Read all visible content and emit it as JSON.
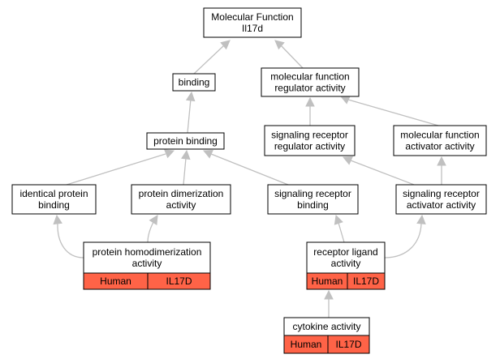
{
  "colors": {
    "edge": "#c0c0c0",
    "node_fill": "#ffffff",
    "node_stroke": "#000000",
    "annotation_fill": "#ff6347"
  },
  "nodes": [
    {
      "id": "molecular-function",
      "lines": [
        "Molecular Function",
        "Il17d"
      ]
    },
    {
      "id": "binding",
      "lines": [
        "binding"
      ]
    },
    {
      "id": "molecular-function-regulator-activity",
      "lines": [
        "molecular function",
        "regulator activity"
      ]
    },
    {
      "id": "protein-binding",
      "lines": [
        "protein binding"
      ]
    },
    {
      "id": "signaling-receptor-regulator-activity",
      "lines": [
        "signaling receptor",
        "regulator activity"
      ]
    },
    {
      "id": "molecular-function-activator-activity",
      "lines": [
        "molecular function",
        "activator activity"
      ]
    },
    {
      "id": "identical-protein-binding",
      "lines": [
        "identical protein",
        "binding"
      ]
    },
    {
      "id": "protein-dimerization-activity",
      "lines": [
        "protein dimerization",
        "activity"
      ]
    },
    {
      "id": "signaling-receptor-binding",
      "lines": [
        "signaling receptor",
        "binding"
      ]
    },
    {
      "id": "signaling-receptor-activator-activity",
      "lines": [
        "signaling receptor",
        "activator activity"
      ]
    },
    {
      "id": "protein-homodimerization-activity",
      "lines": [
        "protein homodimerization",
        "activity"
      ],
      "annotation": [
        "Human",
        "IL17D"
      ]
    },
    {
      "id": "receptor-ligand-activity",
      "lines": [
        "receptor ligand",
        "activity"
      ],
      "annotation": [
        "Human",
        "IL17D"
      ]
    },
    {
      "id": "cytokine-activity",
      "lines": [
        "cytokine activity"
      ],
      "annotation": [
        "Human",
        "IL17D"
      ]
    }
  ],
  "edges": [
    {
      "from": "binding",
      "to": "molecular-function"
    },
    {
      "from": "molecular-function-regulator-activity",
      "to": "molecular-function"
    },
    {
      "from": "protein-binding",
      "to": "binding"
    },
    {
      "from": "signaling-receptor-regulator-activity",
      "to": "molecular-function-regulator-activity"
    },
    {
      "from": "molecular-function-activator-activity",
      "to": "molecular-function-regulator-activity"
    },
    {
      "from": "identical-protein-binding",
      "to": "protein-binding"
    },
    {
      "from": "protein-dimerization-activity",
      "to": "protein-binding"
    },
    {
      "from": "signaling-receptor-binding",
      "to": "protein-binding"
    },
    {
      "from": "signaling-receptor-activator-activity",
      "to": "signaling-receptor-regulator-activity"
    },
    {
      "from": "signaling-receptor-activator-activity",
      "to": "molecular-function-activator-activity"
    },
    {
      "from": "protein-homodimerization-activity",
      "to": "identical-protein-binding"
    },
    {
      "from": "protein-homodimerization-activity",
      "to": "protein-dimerization-activity"
    },
    {
      "from": "receptor-ligand-activity",
      "to": "signaling-receptor-binding"
    },
    {
      "from": "receptor-ligand-activity",
      "to": "signaling-receptor-activator-activity"
    },
    {
      "from": "cytokine-activity",
      "to": "receptor-ligand-activity"
    }
  ]
}
